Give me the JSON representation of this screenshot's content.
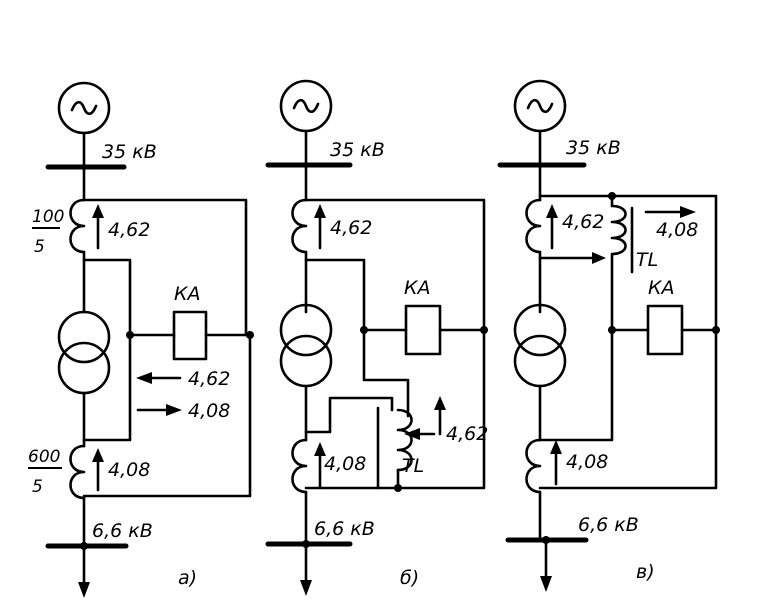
{
  "diagrams": [
    {
      "id": "a",
      "voltage_high": "35 кВ",
      "voltage_low": "6,6 кВ",
      "ct_high_ratio_num": "100",
      "ct_high_ratio_den": "5",
      "ct_low_ratio_num": "600",
      "ct_low_ratio_den": "5",
      "current_high": "4,62",
      "current_low": "4,08",
      "current_in": "4,62",
      "current_out": "4,08",
      "relay": "КА",
      "caption": "а)"
    },
    {
      "id": "b",
      "voltage_high": "35 кВ",
      "voltage_low": "6,6 кВ",
      "current_high": "4,62",
      "current_low": "4,08",
      "current_tl": "4,62",
      "tl_label": "TL",
      "relay": "КА",
      "caption": "б)"
    },
    {
      "id": "c",
      "voltage_high": "35 кВ",
      "voltage_low": "6,6 кВ",
      "current_high": "4,62",
      "current_tl": "4,08",
      "current_low": "4,08",
      "tl_label": "TL",
      "relay": "КА",
      "caption": "в)"
    }
  ]
}
